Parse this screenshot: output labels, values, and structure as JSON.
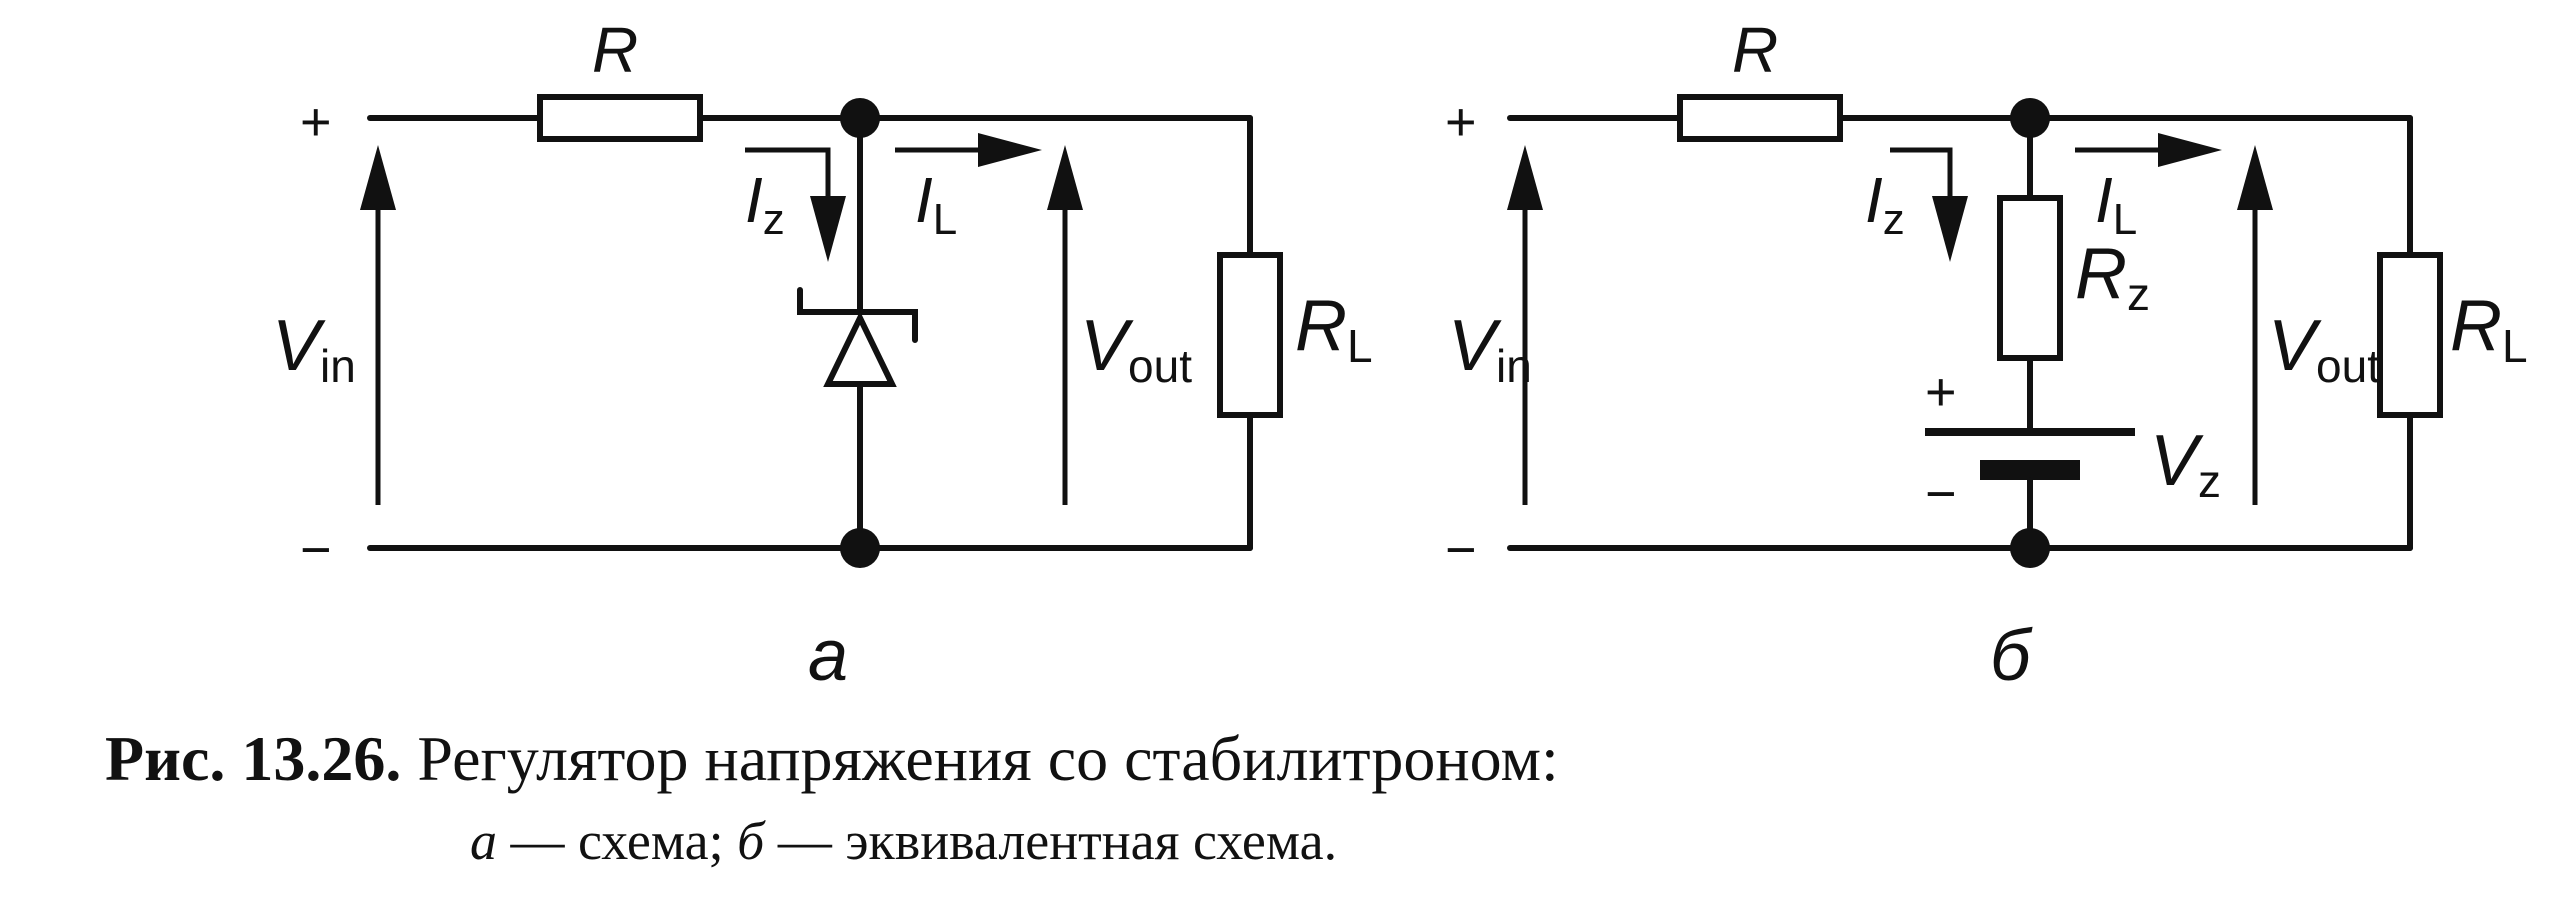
{
  "figure": {
    "diagram_a": {
      "sublabel": "а",
      "R": "R",
      "RL": "R",
      "RL_sub": "L",
      "Iz": "I",
      "Iz_sub": "z",
      "IL": "I",
      "IL_sub": "L",
      "Vin": "V",
      "Vin_sub": "in",
      "Vout": "V",
      "Vout_sub": "out",
      "plus": "+",
      "minus": "−"
    },
    "diagram_b": {
      "sublabel": "б",
      "R": "R",
      "Rz": "R",
      "Rz_sub": "z",
      "RL": "R",
      "RL_sub": "L",
      "Iz": "I",
      "Iz_sub": "z",
      "IL": "I",
      "IL_sub": "L",
      "Vin": "V",
      "Vin_sub": "in",
      "Vout": "V",
      "Vout_sub": "out",
      "Vz": "V",
      "Vz_sub": "z",
      "plus": "+",
      "minus": "−",
      "batt_plus": "+",
      "batt_minus": "−"
    }
  },
  "caption": {
    "fig_number": "Рис. 13.26.",
    "title": " Регулятор напряжения со стабилитроном:",
    "part_a": "а",
    "part_a_text": " — схема; ",
    "part_b": "б",
    "part_b_text": " — эквивалентная схема."
  }
}
